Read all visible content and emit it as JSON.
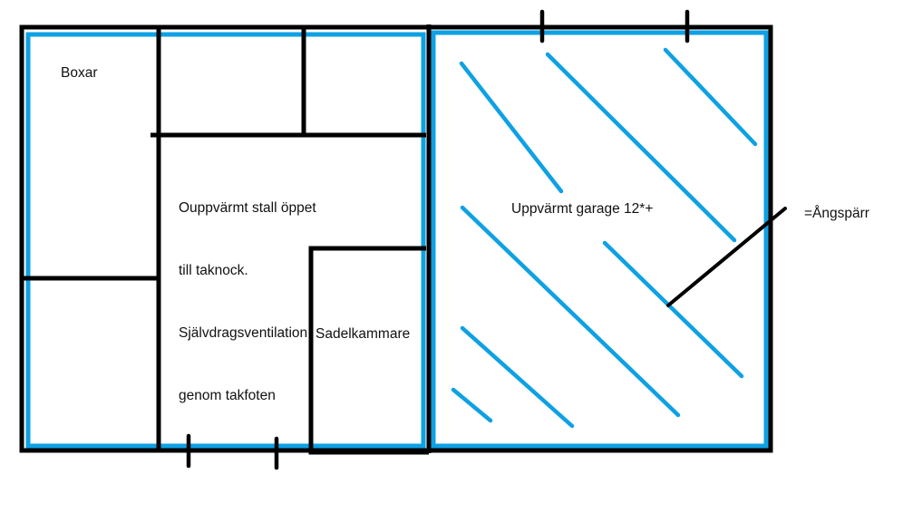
{
  "diagram": {
    "type": "floor-plan",
    "colors": {
      "wall": "#000000",
      "insulation": "#0ea1e3",
      "background": "#ffffff",
      "text": "#111111"
    },
    "labels": {
      "boxar": "Boxar",
      "stable_description": [
        "Ouppvärmt stall öppet",
        "till taknock.",
        "Självdragsventilation",
        "genom takfoten"
      ],
      "sadelkammare": "Sadelkammare",
      "garage": "Uppvärmt garage 12*+",
      "legend": "=Ångspärr"
    },
    "rooms": [
      {
        "name": "Boxar",
        "heated": false
      },
      {
        "name": "Ouppvärmt stall",
        "heated": false,
        "note": "öppet till taknock, självdragsventilation genom takfoten"
      },
      {
        "name": "Sadelkammare",
        "heated": false
      },
      {
        "name": "Uppvärmt garage",
        "heated": true,
        "temperature": "12*+"
      }
    ],
    "legend": [
      {
        "symbol": "blue-line",
        "meaning": "Ångspärr"
      }
    ]
  }
}
